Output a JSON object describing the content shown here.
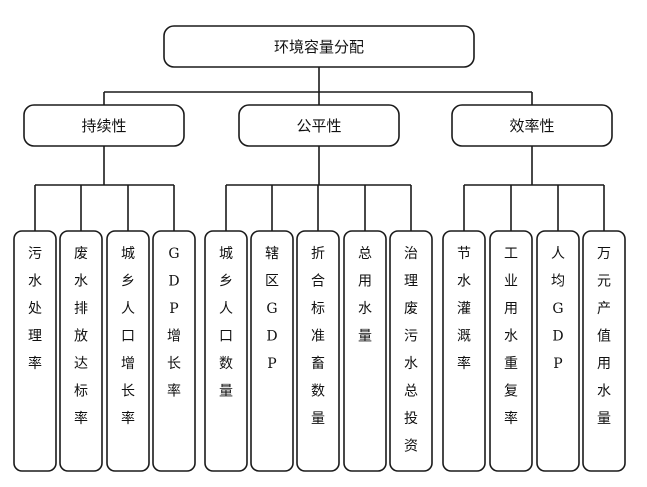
{
  "root": {
    "label": "环境容量分配"
  },
  "categories": [
    {
      "label": "持续性",
      "indicators": [
        "污水处理率",
        "废水排放达标率",
        "城乡人口增长率",
        "GDP增长率"
      ]
    },
    {
      "label": "公平性",
      "indicators": [
        "城乡人口数量",
        "辖区GDP",
        "折合标准畜数量",
        "总用水量",
        "治理废污水总投资"
      ]
    },
    {
      "label": "效率性",
      "indicators": [
        "节水灌溉率",
        "工业用水重复率",
        "人均GDP",
        "万元产值用水量"
      ]
    }
  ]
}
